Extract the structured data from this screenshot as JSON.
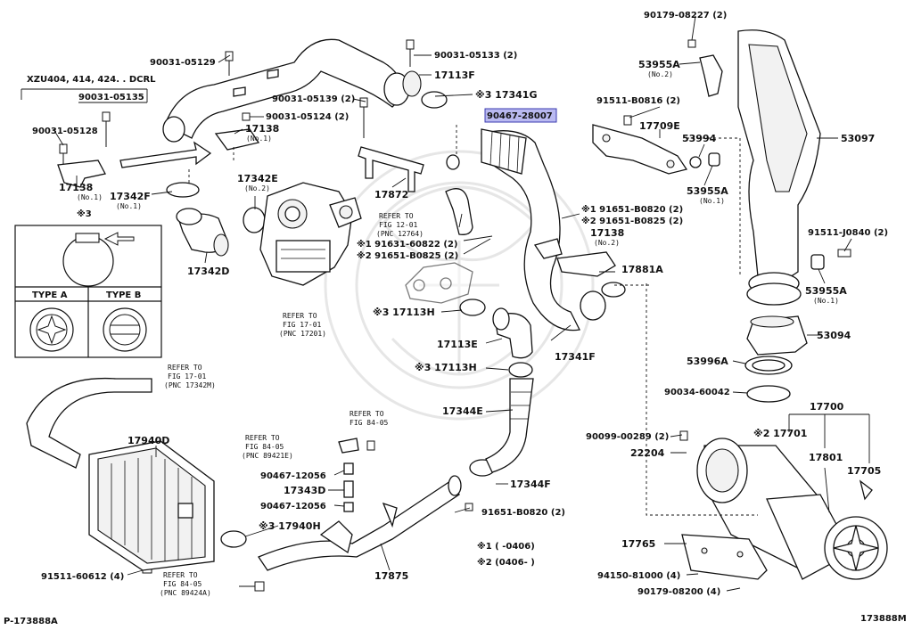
{
  "model_note": "XZU404, 414, 424. . DCRL",
  "labels": {
    "p_90031_05129": "90031-05129",
    "p_90031_05133": "90031-05133 (2)",
    "p_17113F": "17113F",
    "p_90031_05135": "90031-05135",
    "p_90031_05139": "90031-05139 (2)",
    "p_17341G": "※3 17341G",
    "p_90467_28007": "90467-28007",
    "p_90031_05124": "90031-05124 (2)",
    "p_90031_05128": "90031-05128",
    "p_17138a": "17138",
    "p_17138a_sub": "(No.1)",
    "p_17138b": "17138",
    "p_17138b_sub": "(No.1)",
    "p_17342F": "17342F",
    "p_17342F_sub": "(No.1)",
    "p_17342E": "17342E",
    "p_17342E_sub": "(No.2)",
    "p_17872": "17872",
    "p_17342D": "17342D",
    "refer_12_01_a": "REFER TO",
    "refer_12_01_b": "FIG 12-01",
    "refer_12_01_c": "(PNC 12764)",
    "p_91631_60822": "※1 91631-60822 (2)",
    "p_91651_B0825a": "※2 91651-B0825 (2)",
    "p_91651_B0820a": "※1 91651-B0820 (2)",
    "p_91651_B0825b": "※2 91651-B0825 (2)",
    "p_17138c": "17138",
    "p_17138c_sub": "(No.2)",
    "p_17881A": "17881A",
    "p_17113H_a": "※3 17113H",
    "p_17113E": "17113E",
    "p_17341F": "17341F",
    "refer_17_01_a1": "REFER TO",
    "refer_17_01_a2": "FIG 17-01",
    "refer_17_01_a3": "(PNC 17201)",
    "p_17113H_b": "※3 17113H",
    "refer_17_01_b1": "REFER TO",
    "refer_17_01_b2": "FIG 17-01",
    "refer_17_01_b3": "(PNC 17342M)",
    "p_17344E": "17344E",
    "refer_84_05_a1": "REFER TO",
    "refer_84_05_a2": "FIG 84-05",
    "refer_84_05_b1": "REFER TO",
    "refer_84_05_b2": "FIG 84-05",
    "refer_84_05_b3": "(PNC 89421E)",
    "p_17940D": "17940D",
    "p_90467_12056a": "90467-12056",
    "p_17343D": "17343D",
    "p_90467_12056b": "90467-12056",
    "p_17344F": "17344F",
    "p_91651_B0820b": "91651-B0820 (2)",
    "p_17940H": "※3 17940H",
    "p_17875": "17875",
    "p_91511_60612": "91511-60612 (4)",
    "refer_84_05_c1": "REFER TO",
    "refer_84_05_c2": "FIG 84-05",
    "refer_84_05_c3": "(PNC 89424A)",
    "note1": "※1  (     -0406)",
    "note2": "※2  (0406-      )",
    "p_90179_08227": "90179-08227 (2)",
    "p_53955A_a": "53955A",
    "p_53955A_a_sub": "(No.2)",
    "p_91511_B0816": "91511-B0816 (2)",
    "p_17709E": "17709E",
    "p_53994": "53994",
    "p_53097": "53097",
    "p_53955A_b": "53955A",
    "p_53955A_b_sub": "(No.1)",
    "p_91511_J0840": "91511-J0840 (2)",
    "p_53955A_c": "53955A",
    "p_53955A_c_sub": "(No.1)",
    "p_53094": "53094",
    "p_53996A": "53996A",
    "p_90034_60042": "90034-60042",
    "p_17700": "17700",
    "p_17701": "※2 17701",
    "p_90099_00289": "90099-00289 (2)",
    "p_22204": "22204",
    "p_17801": "17801",
    "p_17705": "17705",
    "p_17765": "17765",
    "p_94150_81000": "94150-81000 (4)",
    "p_90179_08200": "90179-08200 (4)",
    "inset_note": "※3",
    "type_a": "TYPE A",
    "type_b": "TYPE B",
    "footer_left": "P-173888A",
    "footer_right": "173888M"
  },
  "colors": {
    "highlight_fill": "#b9b9f0",
    "highlight_border": "#3b3bb0",
    "line": "#111111"
  }
}
